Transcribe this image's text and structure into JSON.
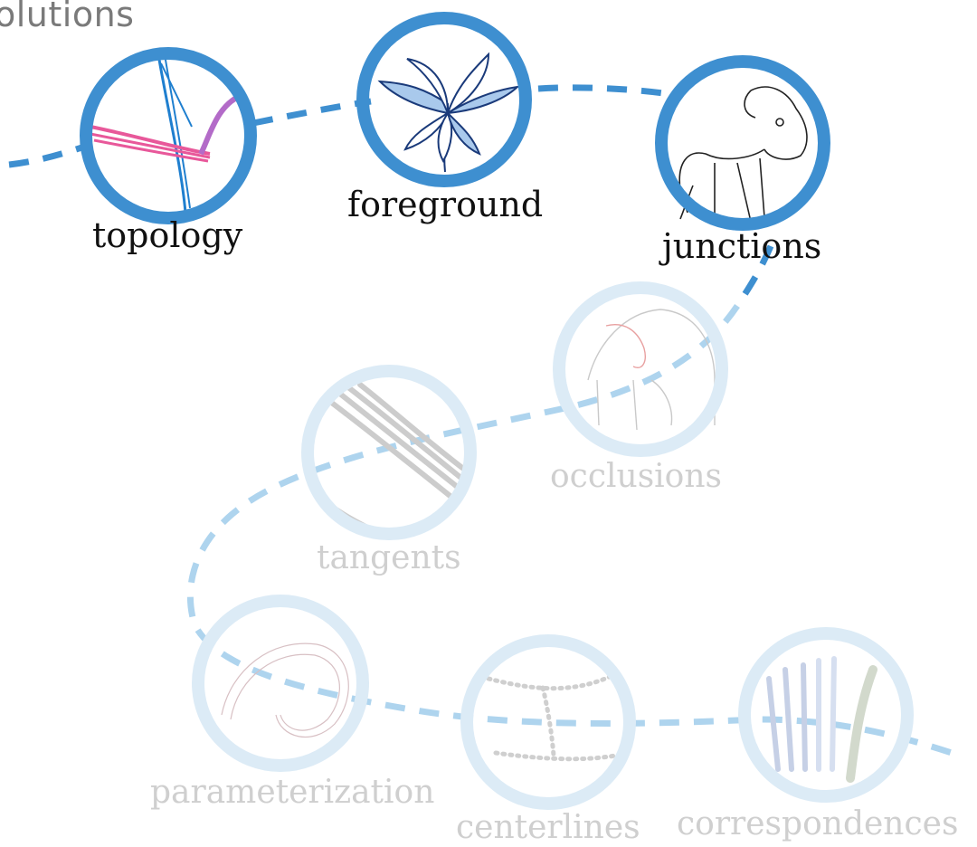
{
  "heading": "olutions",
  "colors": {
    "ring_active": "#3e8fd0",
    "ring_faded": "#dcebf6",
    "path_active": "#3e8fd0",
    "path_faded": "#aed4ee",
    "label_active": "#111111",
    "label_faded": "#cfcfcf"
  },
  "nodes": [
    {
      "id": "topology",
      "label": "topology",
      "state": "active",
      "icon": "crossing-strokes-icon"
    },
    {
      "id": "foreground",
      "label": "foreground",
      "state": "active",
      "icon": "flower-sketch-icon"
    },
    {
      "id": "junctions",
      "label": "junctions",
      "state": "active",
      "icon": "dog-sketch-icon"
    },
    {
      "id": "occlusions",
      "label": "occlusions",
      "state": "faded",
      "icon": "elephant-sketch-icon"
    },
    {
      "id": "tangents",
      "label": "tangents",
      "state": "faded",
      "icon": "parallel-strokes-icon"
    },
    {
      "id": "parameterization",
      "label": "parameterization",
      "state": "faded",
      "icon": "spiral-grid-icon"
    },
    {
      "id": "centerlines",
      "label": "centerlines",
      "state": "faded",
      "icon": "dotted-curves-icon"
    },
    {
      "id": "correspondences",
      "label": "correspondences",
      "state": "faded",
      "icon": "brush-strokes-icon"
    }
  ]
}
